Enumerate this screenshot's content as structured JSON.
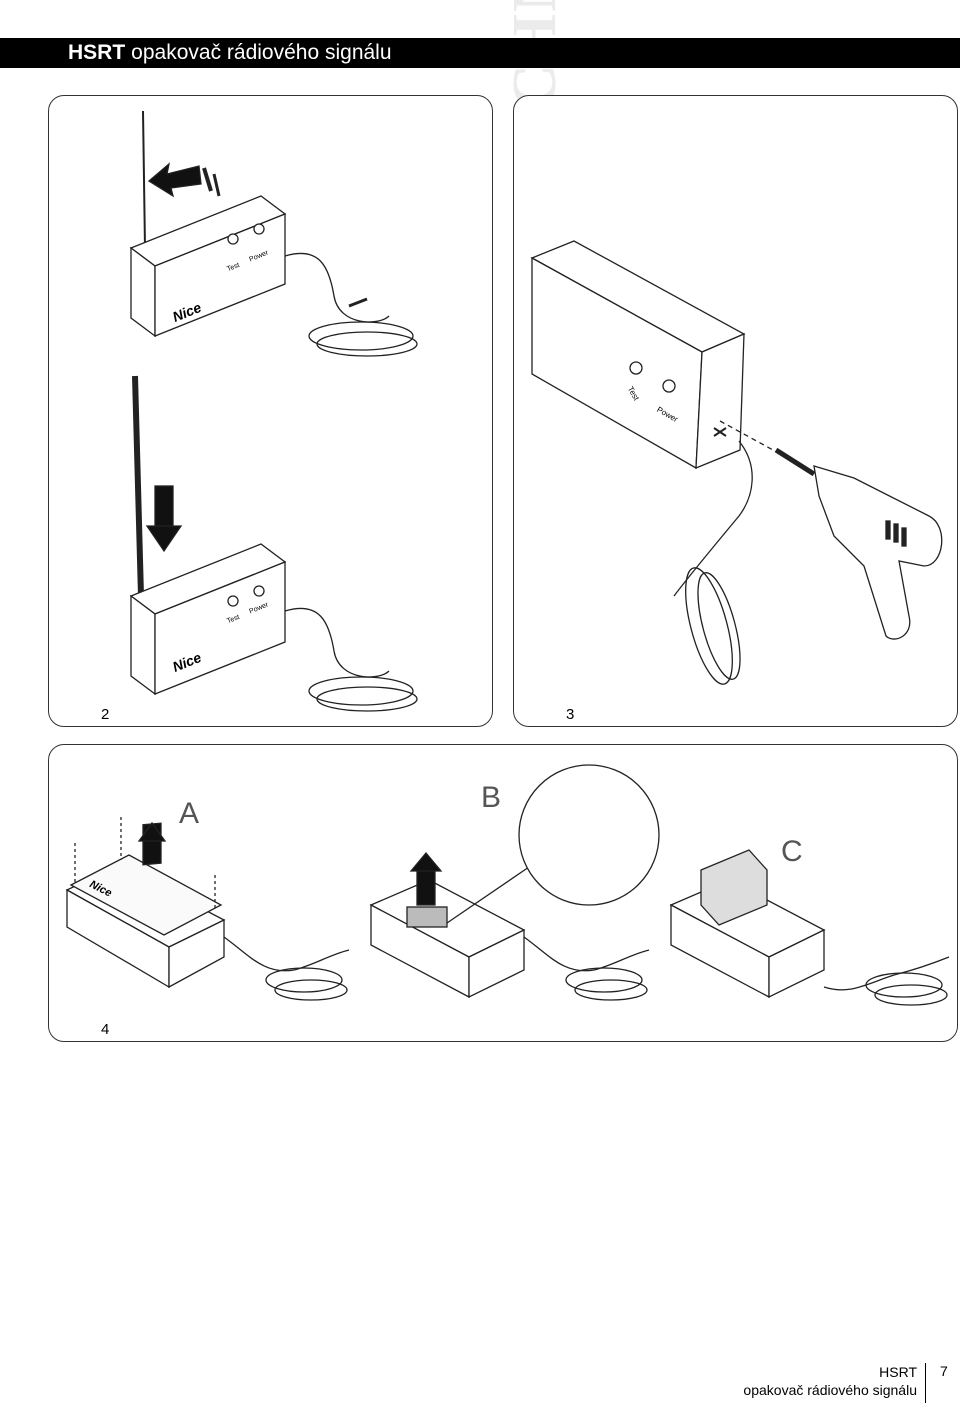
{
  "header": {
    "brand": "HSRT",
    "subtitle": "opakovač rádiového signálu"
  },
  "figures": {
    "fig2": {
      "number": "2",
      "labels": {
        "test": "Test",
        "power": "Power",
        "logo": "Nice"
      }
    },
    "fig3": {
      "number": "3",
      "labels": {
        "test": "Test",
        "power": "Power"
      }
    },
    "fig4": {
      "number": "4",
      "steps": [
        "A",
        "B",
        "C"
      ],
      "logo": "Nice"
    }
  },
  "watermark": {
    "text": "TECHNOPARK® TECHNOPARK® TECHNOPARK®"
  },
  "footer": {
    "brand": "HSRT",
    "subtitle": "opakovač rádiového signálu",
    "page": "7"
  }
}
